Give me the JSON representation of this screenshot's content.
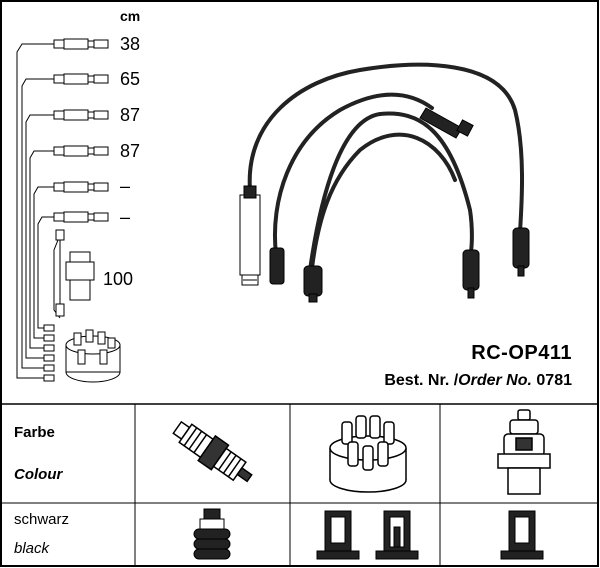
{
  "diagram": {
    "unit": "cm",
    "lengths": [
      "38",
      "65",
      "87",
      "87",
      "–",
      "–",
      "100"
    ],
    "title": "RC-OP411",
    "order_prefix": "Best. Nr. /",
    "order_label": "Order No.",
    "order_number": "0781"
  },
  "table": {
    "farbe": "Farbe",
    "colour": "Colour",
    "schwarz": "schwarz",
    "black": "black"
  },
  "icons": {
    "spark_plug": "spark-plug-icon",
    "distributor_cap": "distributor-cap-icon",
    "ignition_coil": "ignition-coil-icon"
  }
}
